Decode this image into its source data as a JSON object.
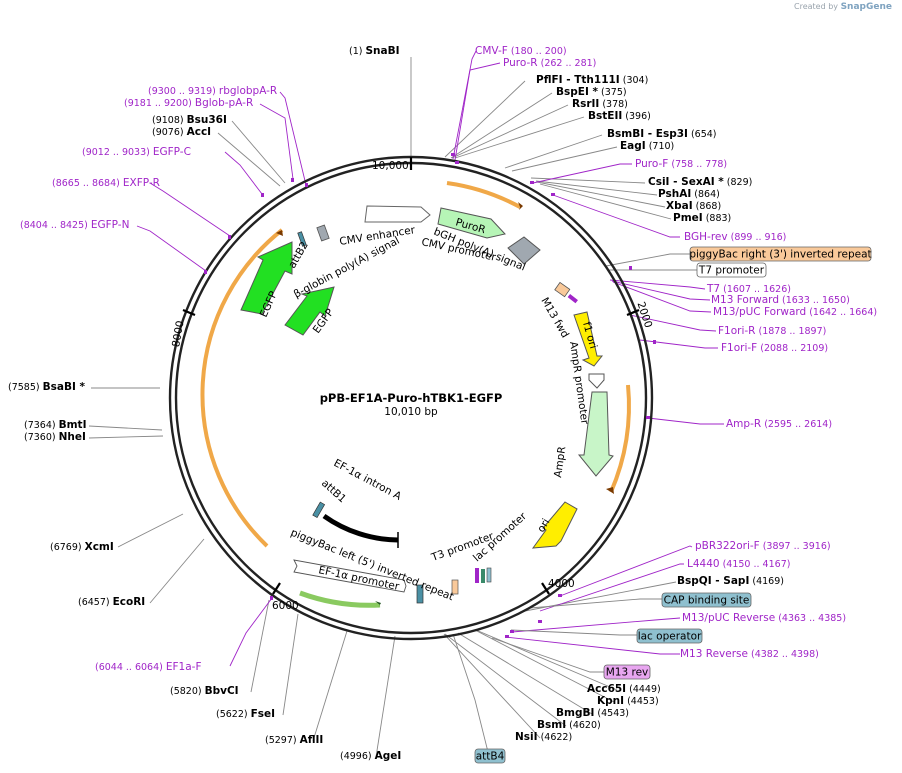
{
  "app": {
    "watermark_prefix": "Created by",
    "watermark_brand": "SnapGene"
  },
  "map": {
    "name": "pPB-EF1A-Puro-hTBK1-EGFP",
    "length_label": "10,010 bp",
    "length": 10010,
    "ticks": [
      "10,000",
      "2000",
      "4000",
      "6000",
      "8000"
    ]
  },
  "enzymes": [
    {
      "name": "SnaBI",
      "pos": "(1)",
      "side": "left"
    },
    {
      "name": "PflFI",
      "extra": " - Tth111I",
      "pos": "(304)",
      "side": "right"
    },
    {
      "name": "BspEI *",
      "pos": "(375)",
      "side": "right"
    },
    {
      "name": "RsrII",
      "pos": "(378)",
      "side": "right"
    },
    {
      "name": "BstEII",
      "pos": "(396)",
      "side": "right"
    },
    {
      "name": "BsmBI",
      "extra": " - Esp3I",
      "pos": "(654)",
      "side": "right"
    },
    {
      "name": "EagI",
      "pos": "(710)",
      "side": "right"
    },
    {
      "name": "CsiI",
      "extra": " - SexAI *",
      "pos": "(829)",
      "side": "right"
    },
    {
      "name": "PshAI",
      "pos": "(864)",
      "side": "right"
    },
    {
      "name": "XbaI",
      "pos": "(868)",
      "side": "right"
    },
    {
      "name": "PmeI",
      "pos": "(883)",
      "side": "right"
    },
    {
      "name": "BspQI",
      "extra": " - SapI",
      "pos": "(4169)",
      "side": "right"
    },
    {
      "name": "Acc65I",
      "pos": "(4449)",
      "side": "right"
    },
    {
      "name": "KpnI",
      "pos": "(4453)",
      "side": "right"
    },
    {
      "name": "BmgBI",
      "pos": "(4543)",
      "side": "right"
    },
    {
      "name": "BsmI",
      "pos": "(4620)",
      "side": "right"
    },
    {
      "name": "NsiI",
      "pos": "(4622)",
      "side": "right"
    },
    {
      "name": "AgeI",
      "pos": "(4996)",
      "side": "left"
    },
    {
      "name": "AflII",
      "pos": "(5297)",
      "side": "left"
    },
    {
      "name": "FseI",
      "pos": "(5622)",
      "side": "left"
    },
    {
      "name": "BbvCI",
      "pos": "(5820)",
      "side": "left"
    },
    {
      "name": "EcoRI",
      "pos": "(6457)",
      "side": "left"
    },
    {
      "name": "XcmI",
      "pos": "(6769)",
      "side": "left"
    },
    {
      "name": "NheI",
      "pos": "(7360)",
      "side": "left"
    },
    {
      "name": "BmtI",
      "pos": "(7364)",
      "side": "left"
    },
    {
      "name": "BsaBI *",
      "pos": "(7585)",
      "side": "left"
    },
    {
      "name": "AccI",
      "pos": "(9076)",
      "side": "left"
    },
    {
      "name": "Bsu36I",
      "pos": "(9108)",
      "side": "left"
    }
  ],
  "primers": [
    {
      "name": "CMV-F",
      "range": "(180 .. 200)"
    },
    {
      "name": "Puro-R",
      "range": "(262 .. 281)"
    },
    {
      "name": "Puro-F",
      "range": "(758 .. 778)"
    },
    {
      "name": "BGH-rev",
      "range": "(899 .. 916)"
    },
    {
      "name": "T7",
      "range": "(1607 .. 1626)"
    },
    {
      "name": "M13 Forward",
      "range": "(1633 .. 1650)"
    },
    {
      "name": "M13/pUC Forward",
      "range": "(1642 .. 1664)"
    },
    {
      "name": "F1ori-R",
      "range": "(1878 .. 1897)"
    },
    {
      "name": "F1ori-F",
      "range": "(2088 .. 2109)"
    },
    {
      "name": "Amp-R",
      "range": "(2595 .. 2614)"
    },
    {
      "name": "pBR322ori-F",
      "range": "(3897 .. 3916)"
    },
    {
      "name": "L4440",
      "range": "(4150 .. 4167)"
    },
    {
      "name": "M13/pUC Reverse",
      "range": "(4363 .. 4385)"
    },
    {
      "name": "M13 Reverse",
      "range": "(4382 .. 4398)"
    },
    {
      "name": "EF1a-F",
      "range": "(6044 .. 6064)"
    },
    {
      "name": "EGFP-N",
      "range": "(8404 .. 8425)"
    },
    {
      "name": "EXFP-R",
      "range": "(8665 .. 8684)"
    },
    {
      "name": "EGFP-C",
      "range": "(9012 .. 9033)"
    },
    {
      "name": "Bglob-pA-R",
      "range": "(9181 .. 9200)"
    },
    {
      "name": "rbglobpA-R",
      "range": "(9300 .. 9319)"
    }
  ],
  "boxed_features": [
    {
      "name": "piggyBac right (3') inverted repeat",
      "fill": "#f9c99a"
    },
    {
      "name": "T7 promoter",
      "fill": "#ffffff"
    },
    {
      "name": "CAP binding site",
      "fill": "#8fc0cf"
    },
    {
      "name": "lac operator",
      "fill": "#8fc0cf"
    },
    {
      "name": "M13 rev",
      "fill": "#e8a6f0"
    },
    {
      "name": "attB4",
      "fill": "#8fc0cf"
    }
  ],
  "features": [
    {
      "name": "CMV enhancer"
    },
    {
      "name": "CMV promoter"
    },
    {
      "name": "PuroR"
    },
    {
      "name": "bGH poly(A) signal"
    },
    {
      "name": "M13 fwd"
    },
    {
      "name": "f1 ori"
    },
    {
      "name": "AmpR promoter"
    },
    {
      "name": "AmpR"
    },
    {
      "name": "ori"
    },
    {
      "name": "lac promoter"
    },
    {
      "name": "T3 promoter"
    },
    {
      "name": "piggyBac left (5') inverted repeat"
    },
    {
      "name": "EF-1α promoter"
    },
    {
      "name": "EF-1α intron A"
    },
    {
      "name": "attB1"
    },
    {
      "name": "EGFP"
    },
    {
      "name": "EGFP"
    },
    {
      "name": "attB2"
    },
    {
      "name": "β-globin poly(A) signal"
    }
  ],
  "colors": {
    "enzyme_text": "#000000",
    "primer": "#a025c8",
    "orf": "#f0a848",
    "egfp": "#22e022",
    "puro": "#b6f5b6",
    "ori": "#ffee00",
    "ampr": "#c8f5c8",
    "polyA": "#a0a8b0",
    "backbone": "#222222"
  }
}
